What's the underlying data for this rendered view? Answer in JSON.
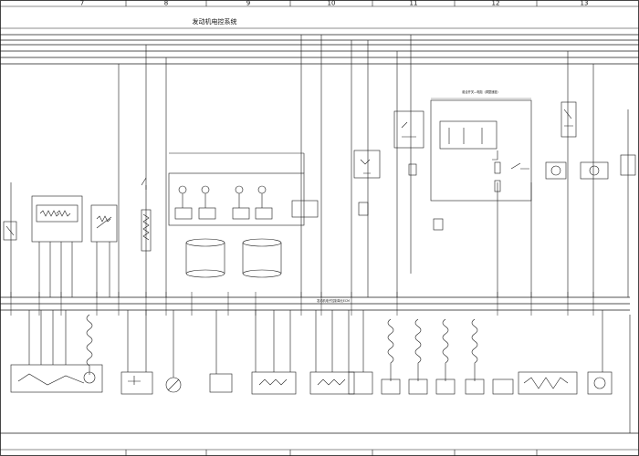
{
  "diagram": {
    "column_numbers": [
      "7",
      "8",
      "9",
      "10",
      "11",
      "12",
      "13"
    ],
    "title": "发动机电控系统",
    "relay_box_title": "组合开关—电阻（调整速度）",
    "ecu_label": "发动机电子控制单元ECM",
    "stroke_color": "#1a1a1a",
    "background_color": "#ffffff"
  }
}
